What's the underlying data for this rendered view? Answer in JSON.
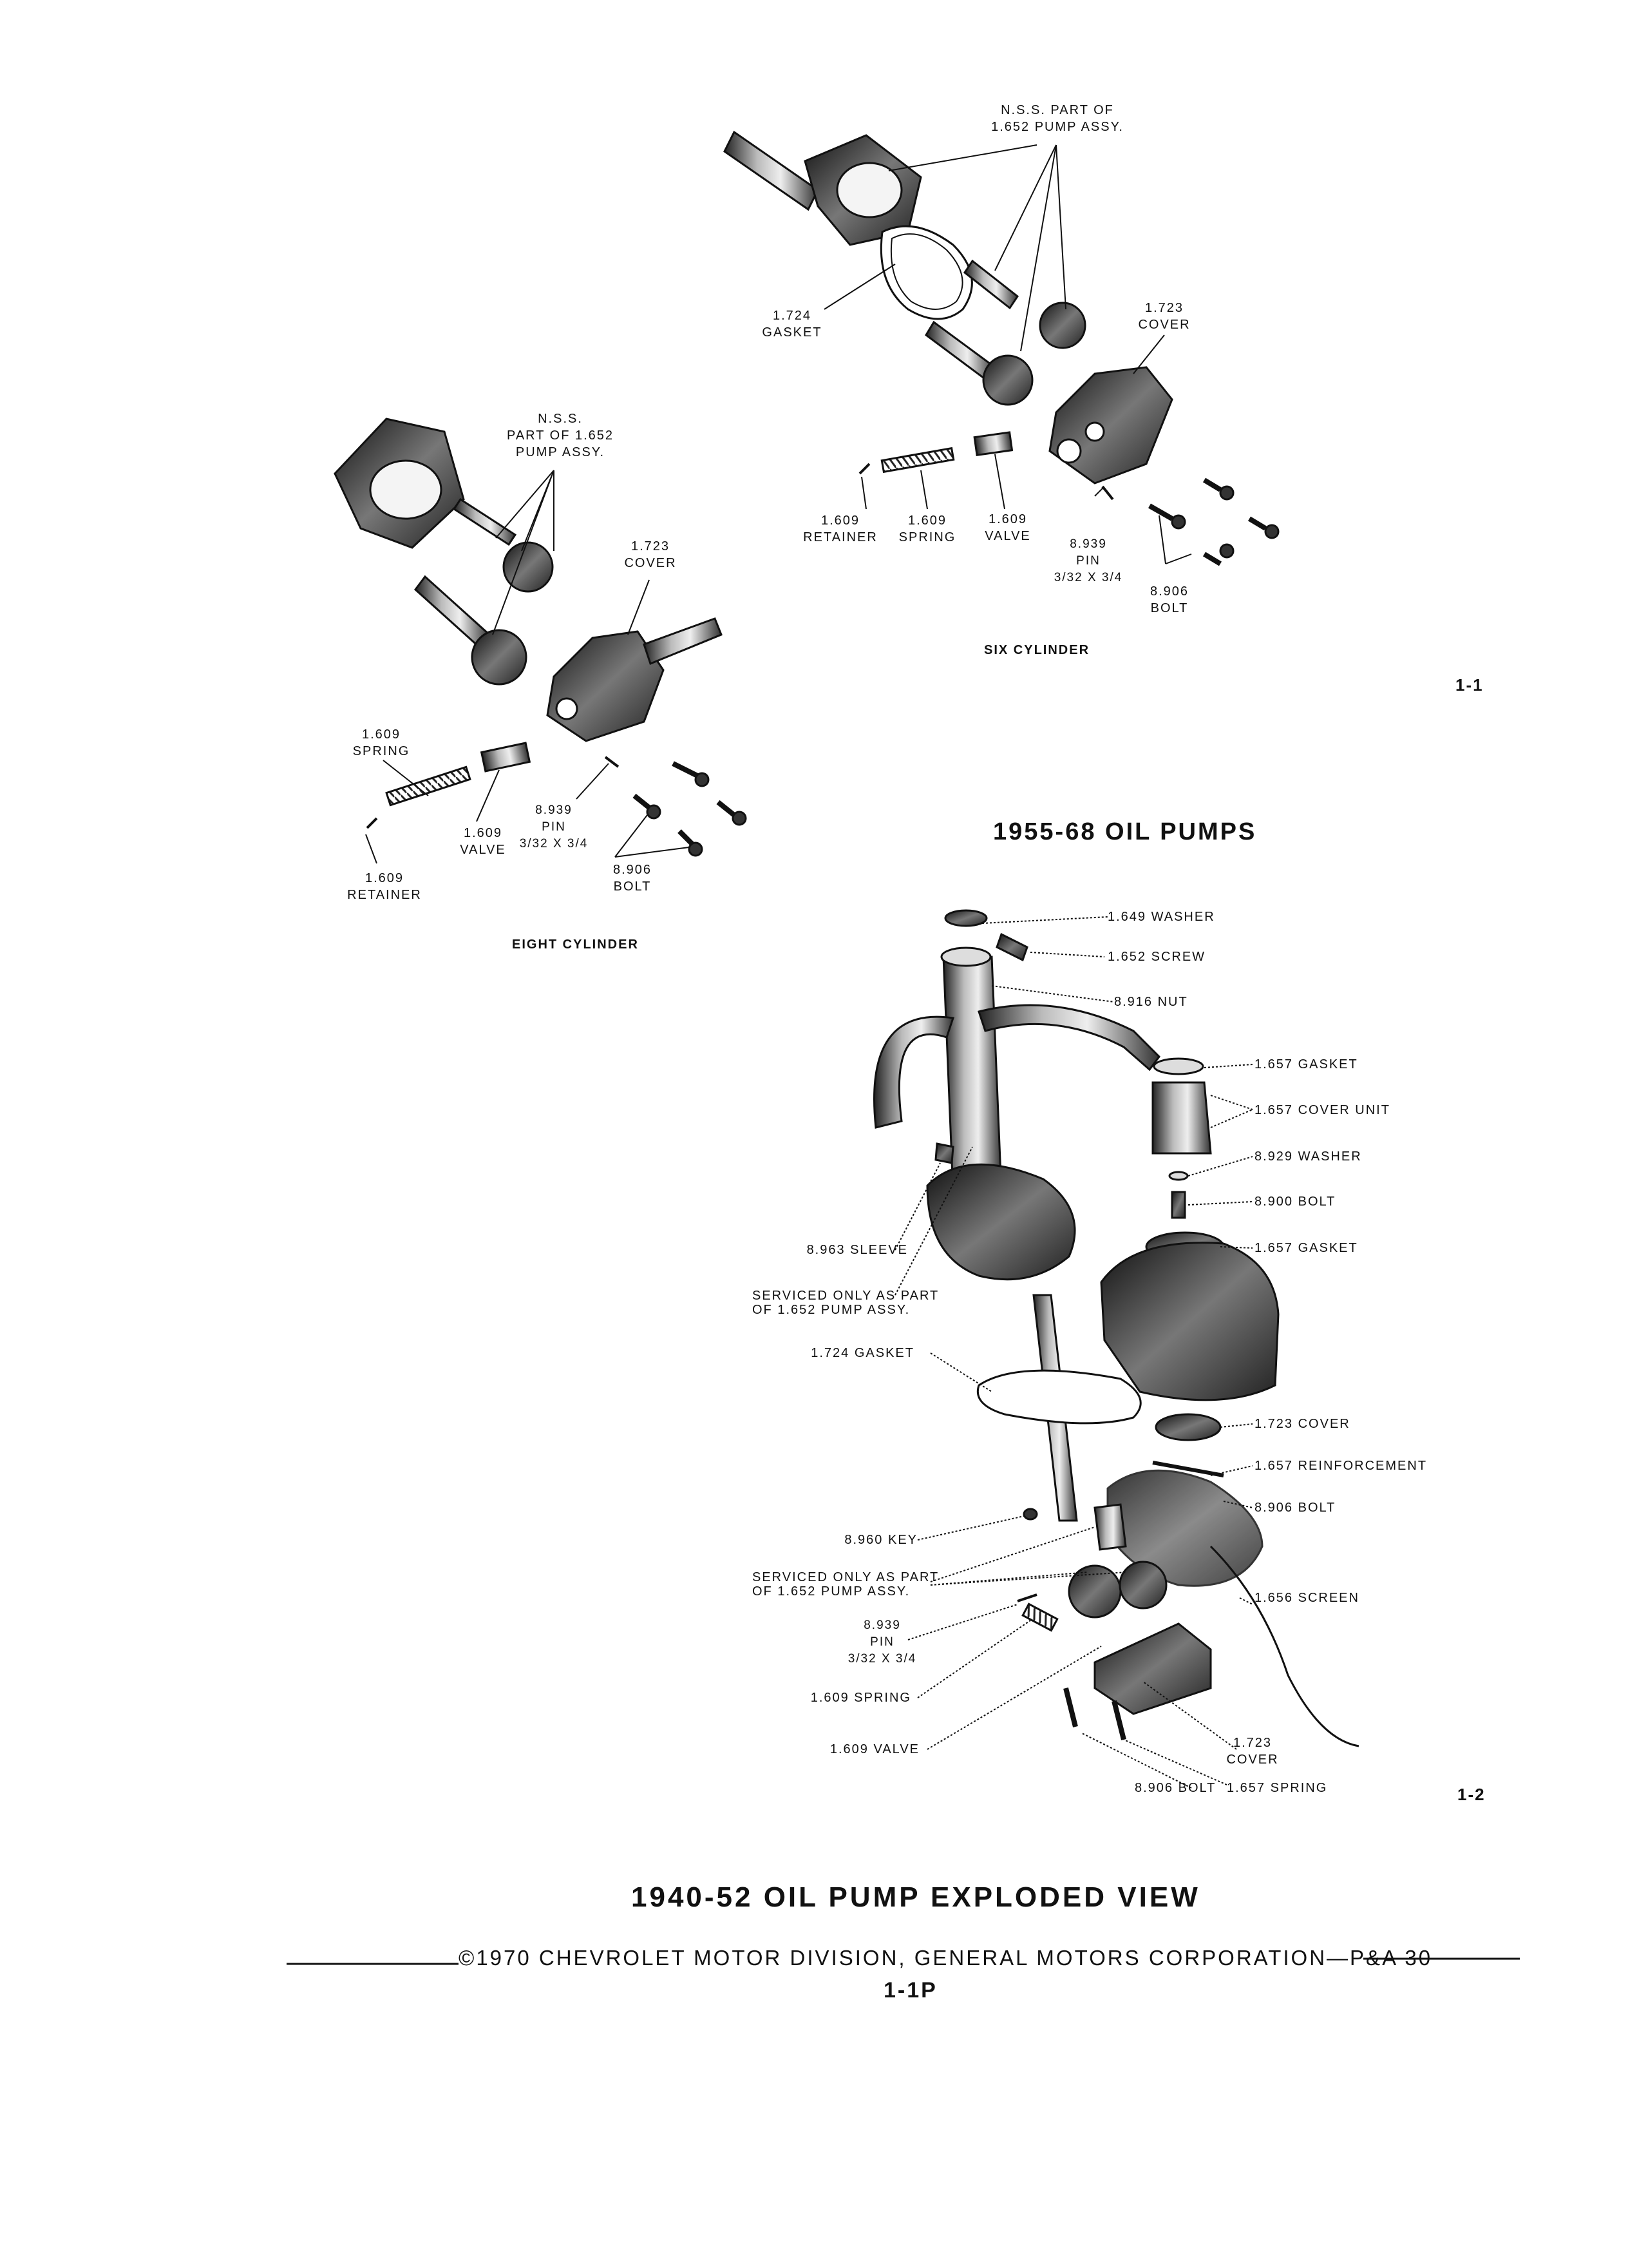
{
  "six_cylinder": {
    "nss_label": "N.S.S. PART OF\n1.652 PUMP ASSY.",
    "gasket": "1.724\nGASKET",
    "cover": "1.723\nCOVER",
    "retainer": "1.609\nRETAINER",
    "spring": "1.609\nSPRING",
    "valve": "1.609\nVALVE",
    "pin": "8.939\nPIN\n3/32 x 3/4",
    "bolt": "8.906\nBOLT",
    "caption": "SIX CYLINDER"
  },
  "eight_cylinder": {
    "nss_label": "N.S.S.\nPART OF 1.652\nPUMP ASSY.",
    "cover": "1.723\nCOVER",
    "spring": "1.609\nSPRING",
    "valve": "1.609\nVALVE",
    "retainer": "1.609\nRETAINER",
    "pin": "8.939\nPIN\n3/32 x 3/4",
    "bolt": "8.906\nBOLT",
    "caption": "EIGHT CYLINDER"
  },
  "fig_1_1": "1-1",
  "title_1955": "1955-68 OIL PUMPS",
  "pump_1940": {
    "washer_1649": "1.649 WASHER",
    "screw": "1.652 SCREW",
    "nut": "8.916 NUT",
    "gasket_top": "1.657 GASKET",
    "cover_unit": "1.657 COVER UNIT",
    "washer_8929": "8.929 WASHER",
    "bolt_8900": "8.900 BOLT",
    "gasket_mid": "1.657 GASKET",
    "sleeve": "8.963 SLEEVE",
    "serviced_1": "SERVICED ONLY AS PART\nOF 1.652 PUMP ASSY.",
    "gasket_1724": "1.724 GASKET",
    "cover_1723": "1.723 COVER",
    "reinforcement": "1.657 REINFORCEMENT",
    "bolt_8906": "8.906 BOLT",
    "key": "8.960 KEY",
    "serviced_2": "SERVICED ONLY AS PART\nOF 1.652 PUMP ASSY.",
    "screen": "1.656 SCREEN",
    "pin": "8.939\nPIN\n3/32 x 3/4",
    "spring_1609": "1.609 SPRING",
    "valve_1609": "1.609 VALVE",
    "cover_bottom": "1.723\nCOVER",
    "bolt_bottom": "8.906 BOLT",
    "spring_1657": "1.657 SPRING"
  },
  "fig_1_2": "1-2",
  "title_1940": "1940-52 OIL PUMP EXPLODED VIEW",
  "footer": "©1970 CHEVROLET MOTOR DIVISION, GENERAL MOTORS CORPORATION—P&A 30",
  "page_number": "1-1P"
}
